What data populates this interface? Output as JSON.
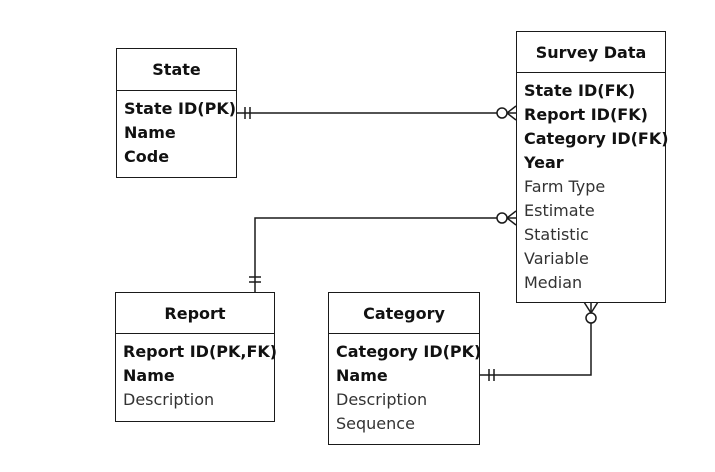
{
  "entities": {
    "state": {
      "title": "State",
      "attributes": [
        {
          "text": "State ID(PK)",
          "bold": true
        },
        {
          "text": "Name",
          "bold": true
        },
        {
          "text": "Code",
          "bold": true
        }
      ]
    },
    "survey_data": {
      "title": "Survey Data",
      "attributes": [
        {
          "text": "State ID(FK)",
          "bold": true
        },
        {
          "text": "Report ID(FK)",
          "bold": true
        },
        {
          "text": "Category ID(FK)",
          "bold": true
        },
        {
          "text": "Year",
          "bold": true
        },
        {
          "text": "Farm Type",
          "bold": false
        },
        {
          "text": "Estimate",
          "bold": false
        },
        {
          "text": "Statistic",
          "bold": false
        },
        {
          "text": "Variable",
          "bold": false
        },
        {
          "text": "Median",
          "bold": false
        }
      ]
    },
    "report": {
      "title": "Report",
      "attributes": [
        {
          "text": "Report ID(PK,FK)",
          "bold": true
        },
        {
          "text": "Name",
          "bold": true
        },
        {
          "text": "Description",
          "bold": false
        }
      ]
    },
    "category": {
      "title": "Category",
      "attributes": [
        {
          "text": "Category ID(PK)",
          "bold": true
        },
        {
          "text": "Name",
          "bold": true
        },
        {
          "text": "Description",
          "bold": false
        },
        {
          "text": "Sequence",
          "bold": false
        }
      ]
    }
  },
  "relationships": [
    {
      "from": "State",
      "to": "Survey Data",
      "from_cardinality": "one-and-only-one",
      "to_cardinality": "zero-or-many"
    },
    {
      "from": "Report",
      "to": "Survey Data",
      "from_cardinality": "one-and-only-one",
      "to_cardinality": "zero-or-many"
    },
    {
      "from": "Category",
      "to": "Survey Data",
      "from_cardinality": "one-and-only-one",
      "to_cardinality": "zero-or-many"
    }
  ]
}
